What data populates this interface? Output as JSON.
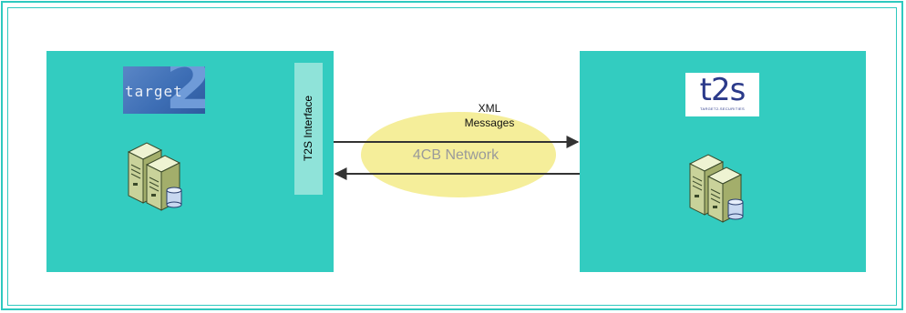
{
  "left_system": {
    "logo_text": "target",
    "logo_numeral": "2",
    "interface_label": "T2S Interface",
    "server_icon": "server-with-database-icon"
  },
  "right_system": {
    "logo_text": "t2s",
    "logo_tagline": "TARGET2-SECURITIES",
    "server_icon": "server-with-database-icon"
  },
  "network": {
    "messages_label_line1": "XML",
    "messages_label_line2": "Messages",
    "network_label": "4CB Network"
  },
  "colors": {
    "frame": "#2ec9bf",
    "system_box": "#33ccc0",
    "interface_bar": "#8fe3d9",
    "network_ellipse": "#f5ee9a",
    "arrow": "#333333"
  }
}
